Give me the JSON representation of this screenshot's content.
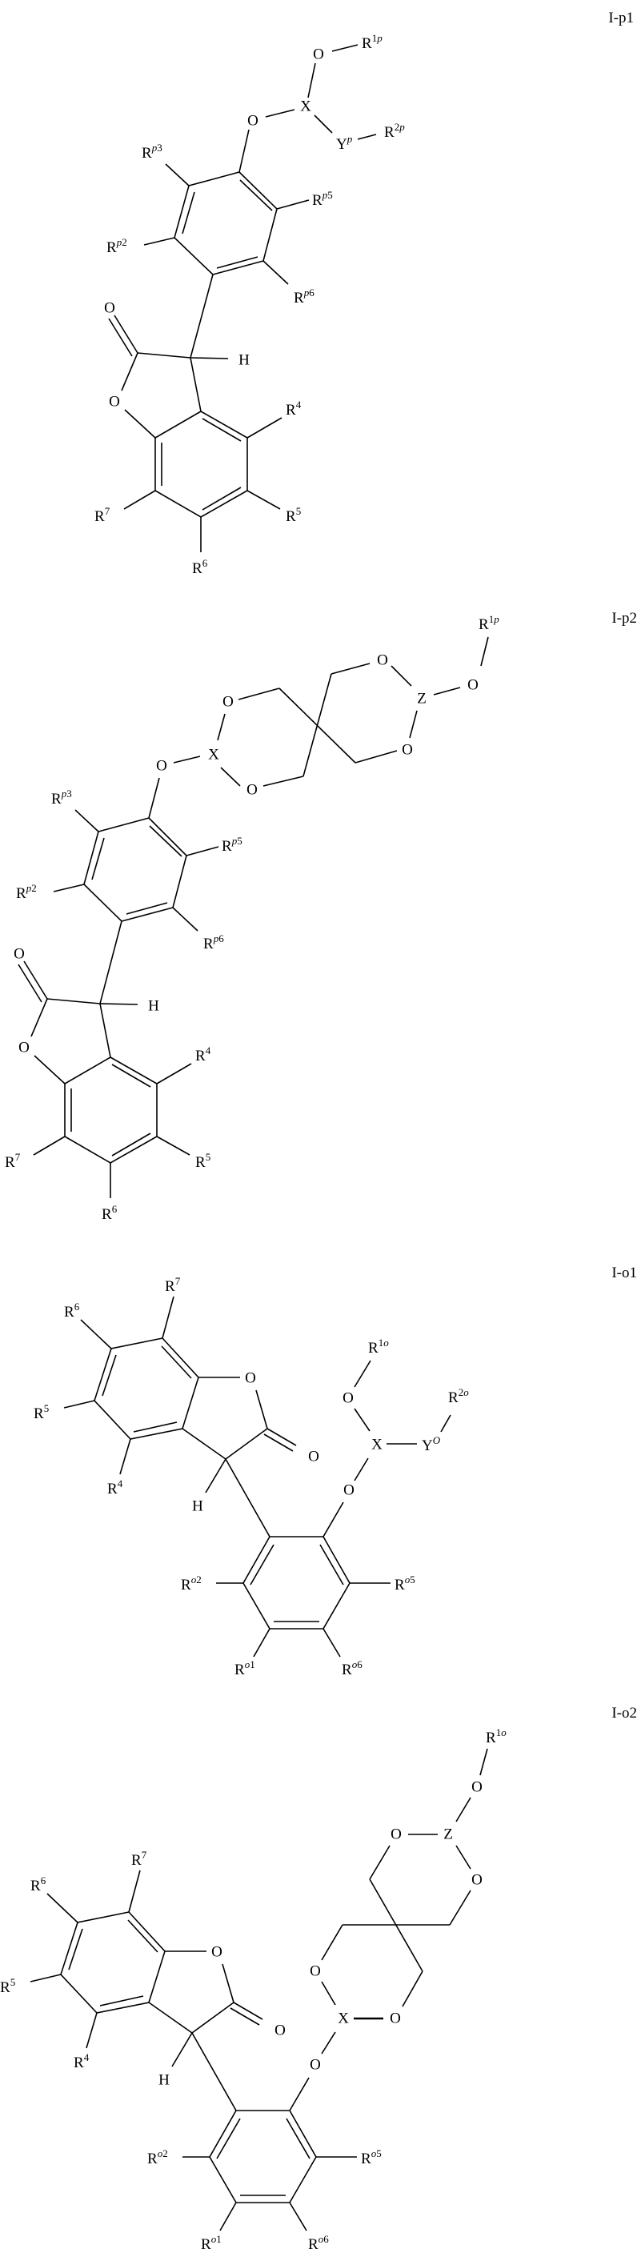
{
  "structures": [
    {
      "id": "I-p1",
      "atoms": {
        "O_top": "O",
        "R1": "R",
        "R1_sup_num": "1",
        "R1_sup_it": "p",
        "X": "X",
        "O_link": "O",
        "Y": "Y",
        "Y_sup": "p",
        "R2": "R",
        "R2_sup_num": "2",
        "R2_sup_it": "p",
        "Rp3": "R",
        "Rp3_it": "p",
        "Rp3_num": "3",
        "Rp5": "R",
        "Rp5_it": "p",
        "Rp5_num": "5",
        "Rp2": "R",
        "Rp2_it": "p",
        "Rp2_num": "2",
        "Rp6": "R",
        "Rp6_it": "p",
        "Rp6_num": "6",
        "O_carbonyl": "O",
        "H": "H",
        "O_ring": "O",
        "R4": "R",
        "R4_num": "4",
        "R5": "R",
        "R5_num": "5",
        "R6": "R",
        "R6_num": "6",
        "R7": "R",
        "R7_num": "7"
      }
    },
    {
      "id": "I-p2",
      "atoms": {
        "R1": "R",
        "R1_sup_num": "1",
        "R1_sup_it": "p",
        "O_R1": "O",
        "Z": "Z",
        "O_Z_top": "O",
        "O_Z_bottom": "O",
        "X": "X",
        "O_X_top": "O",
        "O_X_bottom": "O",
        "O_link": "O",
        "Rp3": "R",
        "Rp3_it": "p",
        "Rp3_num": "3",
        "Rp5": "R",
        "Rp5_it": "p",
        "Rp5_num": "5",
        "Rp2": "R",
        "Rp2_it": "p",
        "Rp2_num": "2",
        "Rp6": "R",
        "Rp6_it": "p",
        "Rp6_num": "6",
        "O_carbonyl": "O",
        "H": "H",
        "O_ring": "O",
        "R4": "R",
        "R4_num": "4",
        "R5": "R",
        "R5_num": "5",
        "R6": "R",
        "R6_num": "6",
        "R7": "R",
        "R7_num": "7"
      }
    },
    {
      "id": "I-o1",
      "atoms": {
        "R7": "R",
        "R7_num": "7",
        "R6": "R",
        "R6_num": "6",
        "R5": "R",
        "R5_num": "5",
        "R4": "R",
        "R4_num": "4",
        "O_ring": "O",
        "O_carbonyl": "O",
        "H": "H",
        "R1": "R",
        "R1_sup_num": "1",
        "R1_sup_it": "o",
        "O_R1": "O",
        "X": "X",
        "Y": "Y",
        "Y_sup": "O",
        "R2": "R",
        "R2_sup_num": "2",
        "R2_sup_it": "o",
        "O_link": "O",
        "Ro2": "R",
        "Ro2_it": "o",
        "Ro2_num": "2",
        "Ro5": "R",
        "Ro5_it": "o",
        "Ro5_num": "5",
        "Ro1": "R",
        "Ro1_it": "o",
        "Ro1_num": "1",
        "Ro6": "R",
        "Ro6_it": "o",
        "Ro6_num": "6"
      }
    },
    {
      "id": "I-o2",
      "atoms": {
        "R1": "R",
        "R1_sup_num": "1",
        "R1_sup_it": "o",
        "O_R1": "O",
        "Z": "Z",
        "O_Z_left": "O",
        "O_Z_right": "O",
        "O_X_top": "O",
        "X": "X",
        "O_X_right": "O",
        "O_link": "O",
        "R7": "R",
        "R7_num": "7",
        "R6": "R",
        "R6_num": "6",
        "R5": "R",
        "R5_num": "5",
        "R4": "R",
        "R4_num": "4",
        "O_ring": "O",
        "O_carbonyl": "O",
        "H": "H",
        "Ro2": "R",
        "Ro2_it": "o",
        "Ro2_num": "2",
        "Ro5": "R",
        "Ro5_it": "o",
        "Ro5_num": "5",
        "Ro1": "R",
        "Ro1_it": "o",
        "Ro1_num": "1",
        "Ro6": "R",
        "Ro6_it": "o",
        "Ro6_num": "6"
      }
    }
  ]
}
